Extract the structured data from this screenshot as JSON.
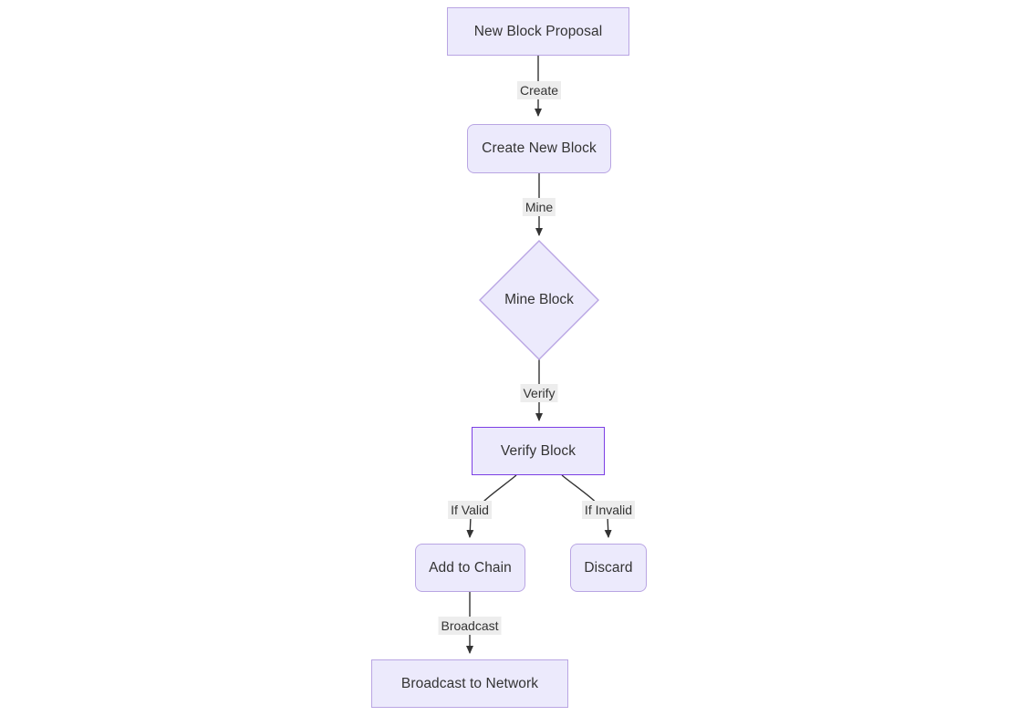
{
  "diagram": {
    "type": "flowchart",
    "direction": "top-to-bottom",
    "title": "",
    "theme": {
      "node_fill": "#ECEAFC",
      "node_border": "#B9A5E3",
      "node_border_strong": "#7C3FE4",
      "text_color": "#333333",
      "edge_color": "#333333",
      "edge_label_background": "#EDEDED",
      "canvas_background": "#ffffff"
    },
    "nodes": [
      {
        "id": "n1",
        "label": "New Block Proposal",
        "shape": "rectangle"
      },
      {
        "id": "n2",
        "label": "Create New Block",
        "shape": "rounded-rectangle"
      },
      {
        "id": "n3",
        "label": "Mine Block",
        "shape": "diamond"
      },
      {
        "id": "n4",
        "label": "Verify Block",
        "shape": "rectangle"
      },
      {
        "id": "n5",
        "label": "Add to Chain",
        "shape": "rounded-rectangle"
      },
      {
        "id": "n6",
        "label": "Discard",
        "shape": "rounded-rectangle"
      },
      {
        "id": "n7",
        "label": "Broadcast to Network",
        "shape": "rectangle"
      }
    ],
    "edges": [
      {
        "from": "n1",
        "to": "n2",
        "label": "Create"
      },
      {
        "from": "n2",
        "to": "n3",
        "label": "Mine"
      },
      {
        "from": "n3",
        "to": "n4",
        "label": "Verify"
      },
      {
        "from": "n4",
        "to": "n5",
        "label": "If Valid"
      },
      {
        "from": "n4",
        "to": "n6",
        "label": "If Invalid"
      },
      {
        "from": "n5",
        "to": "n7",
        "label": "Broadcast"
      }
    ]
  }
}
